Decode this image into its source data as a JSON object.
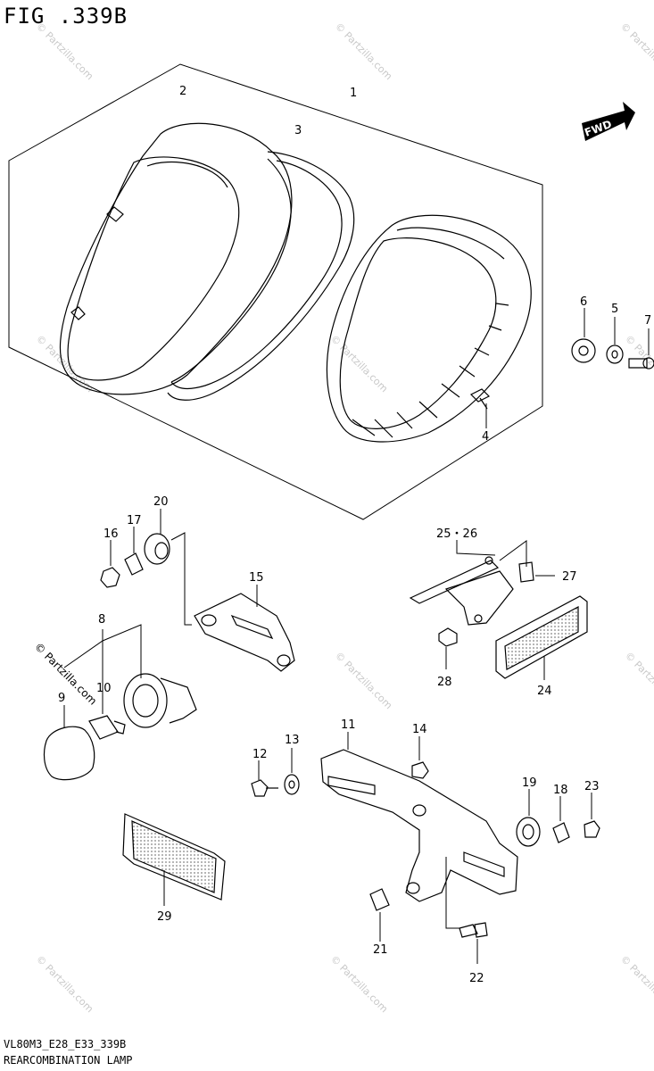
{
  "figure": {
    "title": "FIG .339B",
    "code": "VL80M3_E28_E33_339B",
    "caption": "REARCOMBINATION LAMP",
    "fwd_label": "FWD",
    "watermark": "© Partzilla.com"
  },
  "callouts": [
    {
      "num": "1"
    },
    {
      "num": "2"
    },
    {
      "num": "3"
    },
    {
      "num": "4"
    },
    {
      "num": "5"
    },
    {
      "num": "6"
    },
    {
      "num": "7"
    },
    {
      "num": "8"
    },
    {
      "num": "9"
    },
    {
      "num": "10"
    },
    {
      "num": "11"
    },
    {
      "num": "12"
    },
    {
      "num": "13"
    },
    {
      "num": "14"
    },
    {
      "num": "15"
    },
    {
      "num": "16"
    },
    {
      "num": "17"
    },
    {
      "num": "18"
    },
    {
      "num": "19"
    },
    {
      "num": "20"
    },
    {
      "num": "21"
    },
    {
      "num": "22"
    },
    {
      "num": "23"
    },
    {
      "num": "24"
    },
    {
      "num": "25・26"
    },
    {
      "num": "27"
    },
    {
      "num": "28"
    },
    {
      "num": "29"
    }
  ]
}
